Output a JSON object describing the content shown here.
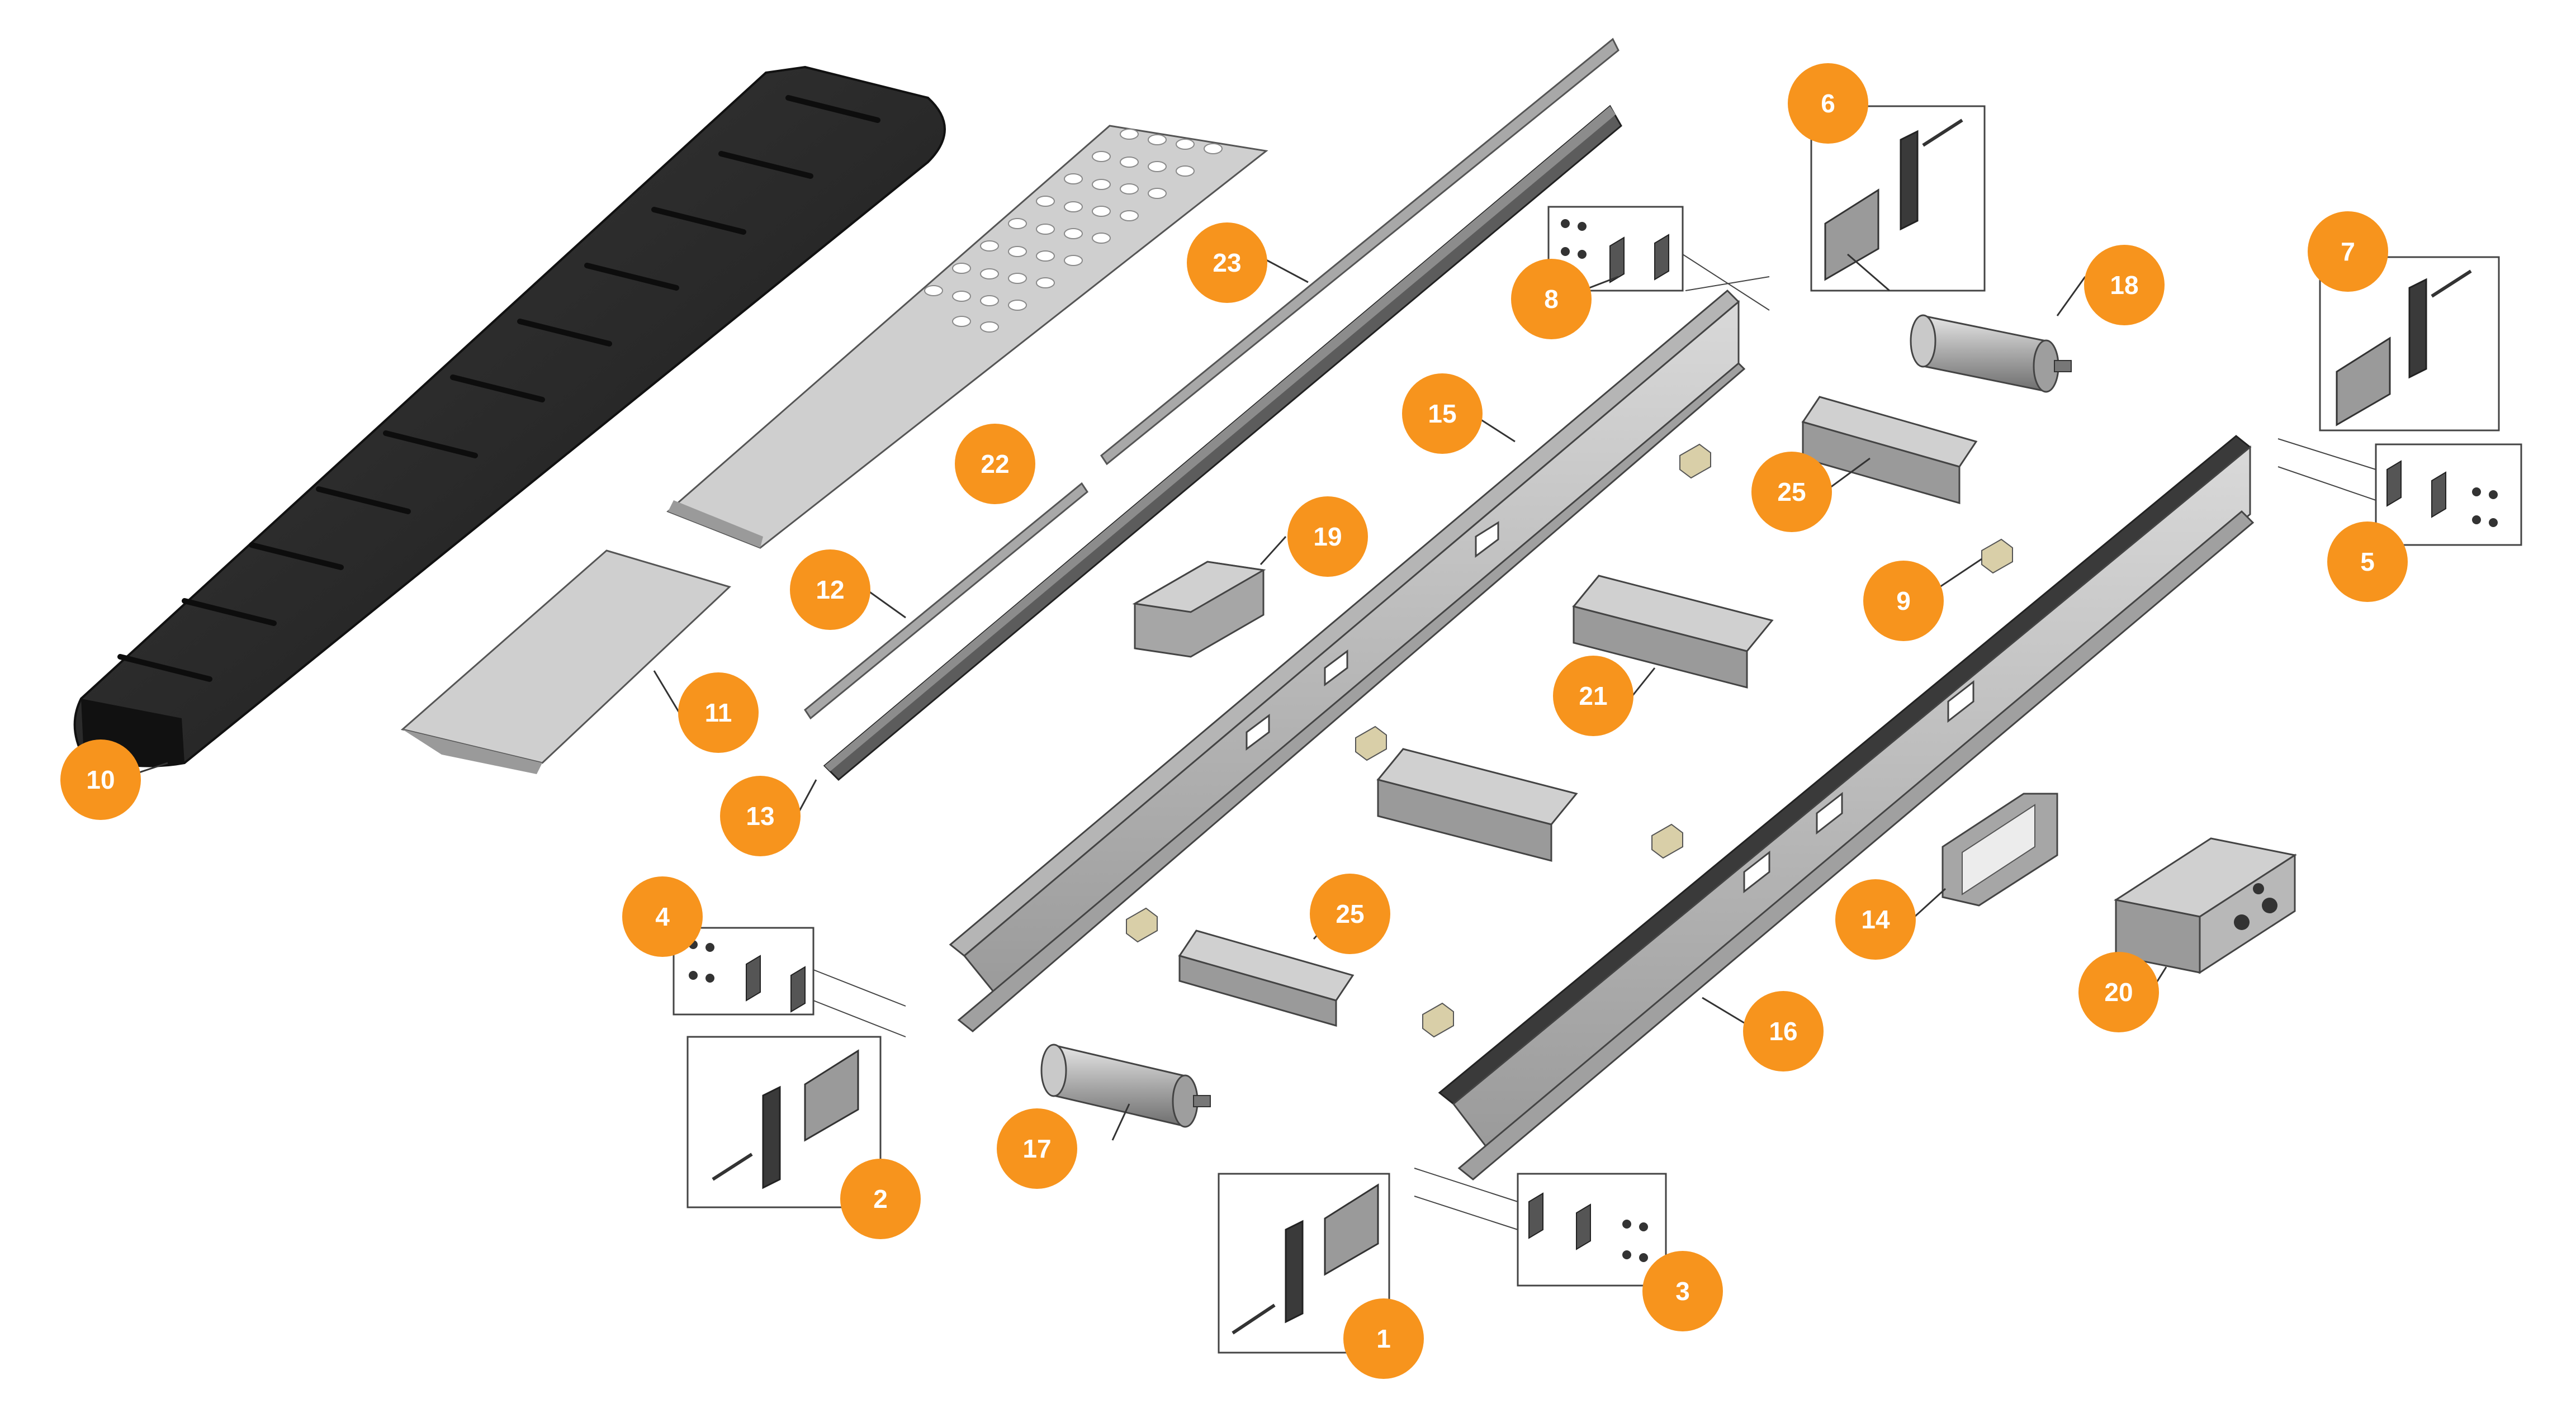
{
  "colors": {
    "badge": "#F7941D",
    "belt": "#262626",
    "belt_edge": "#111111",
    "metal": "#B9B9B9",
    "metal_light": "#D6D6D6",
    "metal_dark": "#8E8E8E",
    "outline": "#3A3A3A",
    "leader": "#333333",
    "bracket": "#D9CFA8"
  },
  "callouts": [
    {
      "id": "badge-1",
      "label": "1"
    },
    {
      "id": "badge-2",
      "label": "2"
    },
    {
      "id": "badge-3",
      "label": "3"
    },
    {
      "id": "badge-4",
      "label": "4"
    },
    {
      "id": "badge-5",
      "label": "5"
    },
    {
      "id": "badge-6",
      "label": "6"
    },
    {
      "id": "badge-7",
      "label": "7"
    },
    {
      "id": "badge-8",
      "label": "8"
    },
    {
      "id": "badge-9",
      "label": "9"
    },
    {
      "id": "badge-10",
      "label": "10"
    },
    {
      "id": "badge-11",
      "label": "11"
    },
    {
      "id": "badge-12",
      "label": "12"
    },
    {
      "id": "badge-13",
      "label": "13"
    },
    {
      "id": "badge-14",
      "label": "14"
    },
    {
      "id": "badge-15",
      "label": "15"
    },
    {
      "id": "badge-16",
      "label": "16"
    },
    {
      "id": "badge-17",
      "label": "17"
    },
    {
      "id": "badge-18",
      "label": "18"
    },
    {
      "id": "badge-19",
      "label": "19"
    },
    {
      "id": "badge-20",
      "label": "20"
    },
    {
      "id": "badge-21",
      "label": "21"
    },
    {
      "id": "badge-22",
      "label": "22"
    },
    {
      "id": "badge-23",
      "label": "23"
    },
    {
      "id": "badge-25a",
      "label": "25"
    },
    {
      "id": "badge-25b",
      "label": "25"
    }
  ]
}
